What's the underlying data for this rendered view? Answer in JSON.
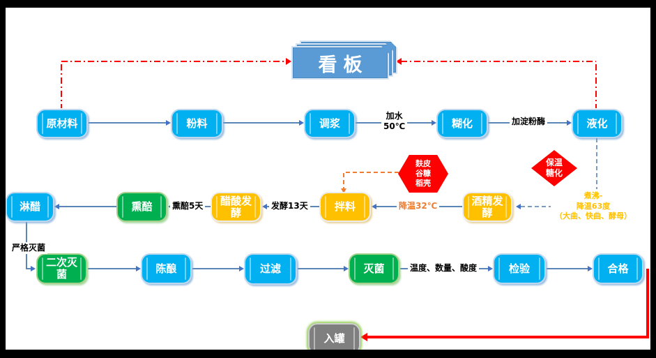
{
  "kanban": {
    "label": "看板"
  },
  "nodes": [
    {
      "label": "原材料",
      "l1": "原材料",
      "color": "blue"
    },
    {
      "label": "粉料",
      "l1": "粉料",
      "color": "blue"
    },
    {
      "label": "调浆",
      "l1": "调浆",
      "color": "blue"
    },
    {
      "label": "糊化",
      "l1": "糊化",
      "color": "blue"
    },
    {
      "label": "液化",
      "l1": "液化",
      "color": "blue"
    },
    {
      "label": "淋醋",
      "l1": "淋醋",
      "color": "blue"
    },
    {
      "label": "熏醅",
      "l1": "熏醅",
      "color": "green"
    },
    {
      "label": "醋酸发酵",
      "l1": "醋酸发",
      "l2": "酵",
      "color": "yellow"
    },
    {
      "label": "拌料",
      "l1": "拌料",
      "color": "yellow"
    },
    {
      "label": "酒精发酵",
      "l1": "酒精发",
      "l2": "酵",
      "color": "yellow"
    },
    {
      "label": "二次灭菌",
      "l1": "二次灭",
      "l2": "菌",
      "color": "green"
    },
    {
      "label": "陈酿",
      "l1": "陈酿",
      "color": "blue"
    },
    {
      "label": "过滤",
      "l1": "过滤",
      "color": "blue"
    },
    {
      "label": "灭菌",
      "l1": "灭菌",
      "color": "green"
    },
    {
      "label": "检验",
      "l1": "检验",
      "color": "blue"
    },
    {
      "label": "合格",
      "l1": "合格",
      "color": "blue"
    },
    {
      "label": "入罐",
      "l1": "入罐",
      "color": "gray"
    }
  ],
  "diamond": {
    "label": "保温糖化",
    "l1": "保温",
    "l2": "糖化",
    "fill": "#FF0000"
  },
  "hexagon": {
    "label": "麸皮谷糠稻壳",
    "l1": "麸皮",
    "l2": "谷糠",
    "l3": "稻壳",
    "fill": "#FF0000"
  },
  "annotation": {
    "l1": "煮沸-",
    "l2": "降温63度",
    "l3": "（大曲、快曲、酵母）",
    "color": "#FFC000"
  },
  "edge_labels": {
    "add_water_l1": "加水",
    "add_water_l2": "50℃",
    "amylase": "加淀粉酶",
    "smoke_days": "熏醅5天",
    "ferment_days": "发酵13天",
    "cool_32": "降温32℃",
    "temp_qty_acid": "温度、数量、酸度",
    "strict_sterilize": "严格灭菌"
  },
  "colors": {
    "node_blue": "#00B0F0",
    "node_green": "#00B050",
    "node_yellow": "#FFC000",
    "node_gray": "#7F7F7F",
    "kanban_blue": "#5B9BD5",
    "alert_red": "#FF0000",
    "connector_blue": "#5B87B8",
    "dashed_orange": "#ED7D31",
    "annotation_gold": "#FFC000",
    "frame_black": "#000000"
  }
}
